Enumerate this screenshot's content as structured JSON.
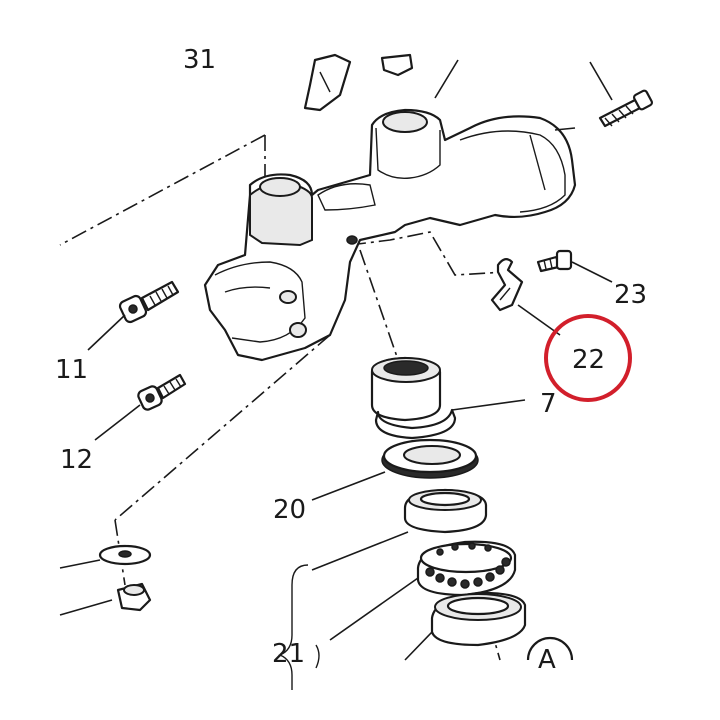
{
  "callouts": {
    "c31": "31",
    "c11": "11",
    "c12": "12",
    "c23": "23",
    "c22": "22",
    "c7": "7",
    "c20": "20",
    "c21": "21",
    "cA": "A"
  },
  "highlight": {
    "target": "22",
    "color": "#d21f2b"
  }
}
